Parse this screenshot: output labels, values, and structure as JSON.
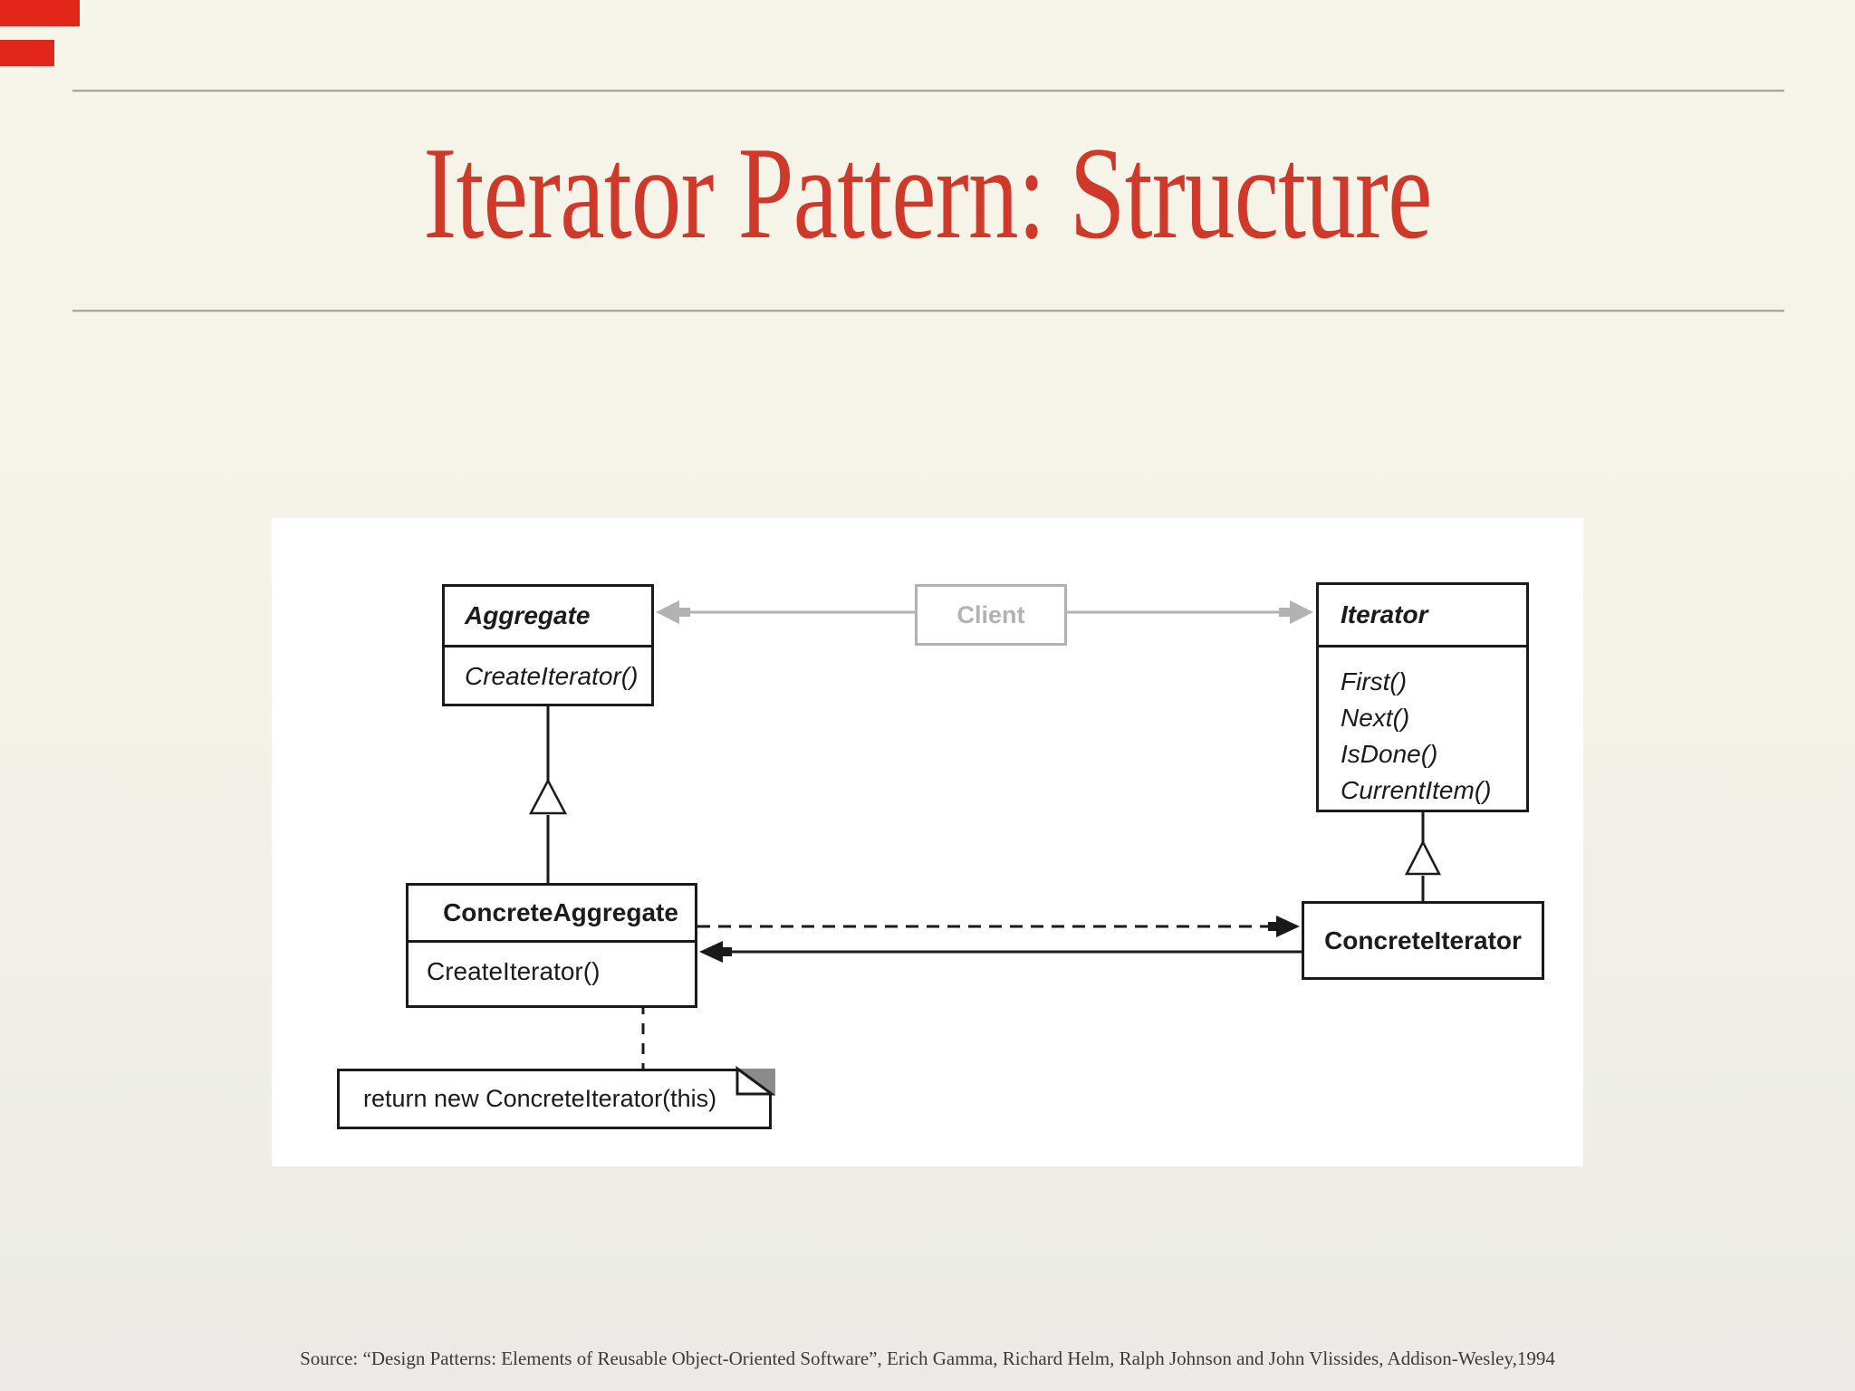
{
  "slide": {
    "title": "Iterator Pattern: Structure",
    "source": "Source: “Design Patterns: Elements of Reusable Object-Oriented Software”, Erich Gamma, Richard Helm, Ralph Johnson and John Vlissides, Addison-Wesley,1994"
  },
  "diagram": {
    "aggregate": {
      "name": "Aggregate",
      "method": "CreateIterator()"
    },
    "client": {
      "name": "Client"
    },
    "iterator": {
      "name": "Iterator",
      "methods": [
        "First()",
        "Next()",
        "IsDone()",
        "CurrentItem()"
      ]
    },
    "concrete_aggregate": {
      "name": "ConcreteAggregate",
      "method": "CreateIterator()"
    },
    "concrete_iterator": {
      "name": "ConcreteIterator"
    },
    "note": "return new ConcreteIterator(this)"
  },
  "colors": {
    "title_red": "#ce392a",
    "corner_mark_red": "#e1261a",
    "client_gray": "#b2b2b2",
    "diagram_black": "#1a1a1a",
    "rule_gray": "#a9a79c",
    "panel_white": "#ffffff",
    "background_cream": "#f5f3e8"
  }
}
